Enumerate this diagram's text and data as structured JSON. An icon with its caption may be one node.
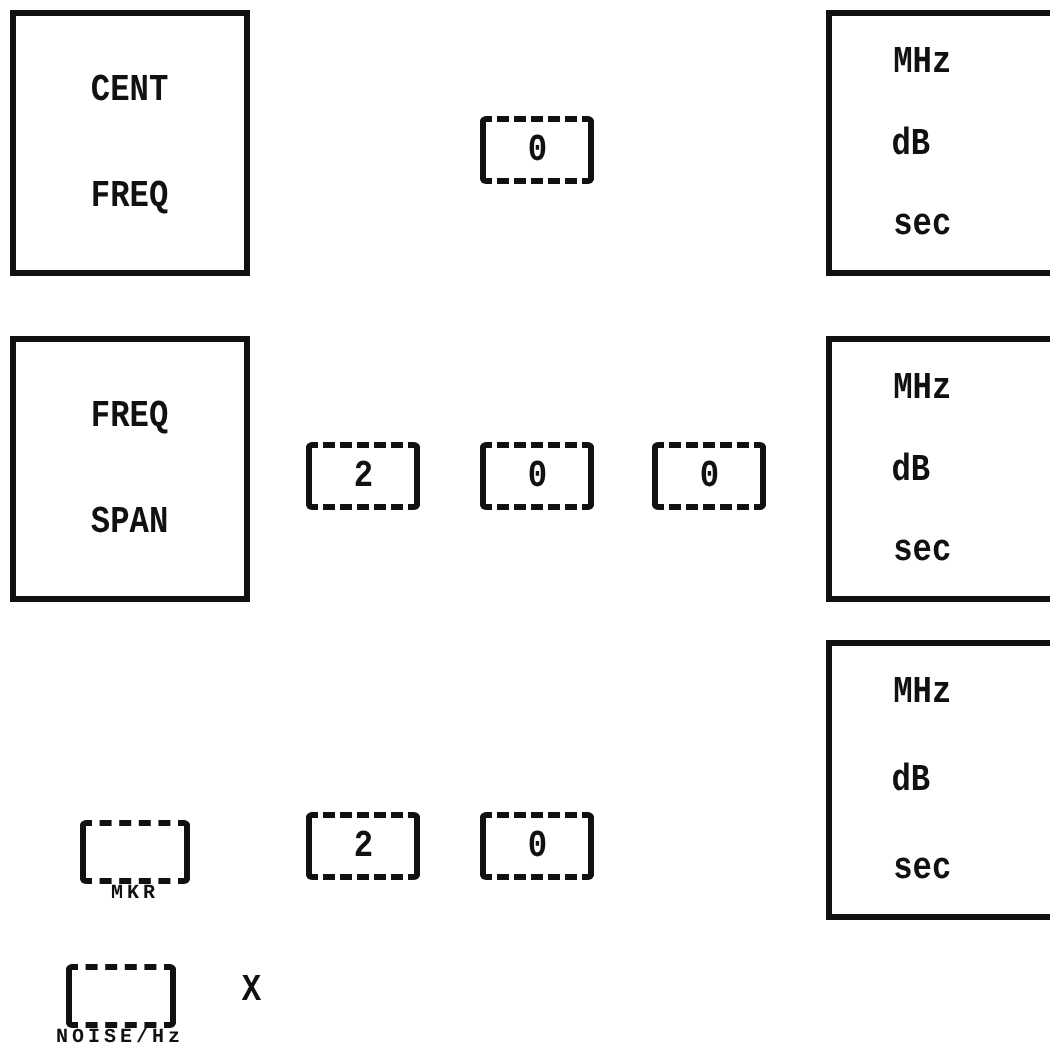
{
  "diagram": {
    "nodes": [
      {
        "text": [
          "CENT FREQ"
        ]
      },
      {
        "text": [
          "0"
        ]
      },
      {
        "text": [
          "MHz",
          "dB",
          "sec"
        ]
      },
      {
        "text": [
          "FREQ SPAN"
        ]
      },
      {
        "text": [
          "2"
        ]
      },
      {
        "text": [
          "0"
        ]
      },
      {
        "text": [
          "0"
        ]
      },
      {
        "text": [
          "MHz",
          "dB",
          "sec"
        ]
      },
      {
        "text": [
          "MKR"
        ]
      },
      {
        "text": [
          "2"
        ]
      },
      {
        "text": [
          "0"
        ]
      },
      {
        "text": [
          "MHz",
          "dB",
          "sec"
        ]
      },
      {
        "text": [
          "NOISE/Hz"
        ],
        "beside": [
          "X"
        ]
      }
    ]
  }
}
